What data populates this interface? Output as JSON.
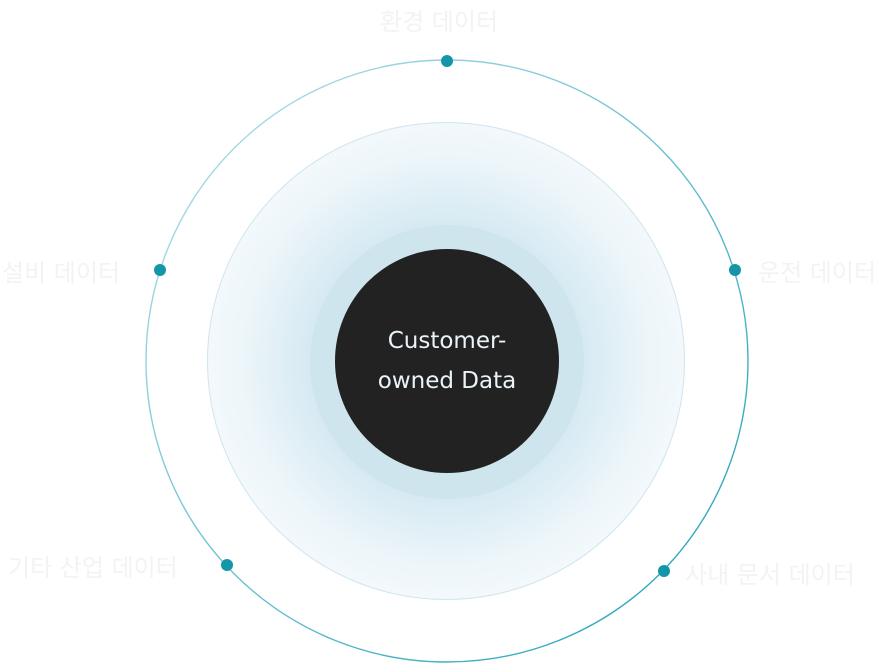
{
  "center": {
    "label": "Customer-\nowned Data"
  },
  "nodes": [
    {
      "label": "환경 데이터"
    },
    {
      "label": "운전 데이터"
    },
    {
      "label": "사내 문서 데이터"
    },
    {
      "label": "기타 산업 데이터"
    },
    {
      "label": "설비 데이터"
    }
  ],
  "colors": {
    "orbit_start": "#a8d9e6",
    "orbit_end": "#1aa0b5",
    "node_dot": "#1596a8",
    "core": "#222222",
    "halo": "#cfe5ee",
    "label_text": "#f3f3f3"
  }
}
